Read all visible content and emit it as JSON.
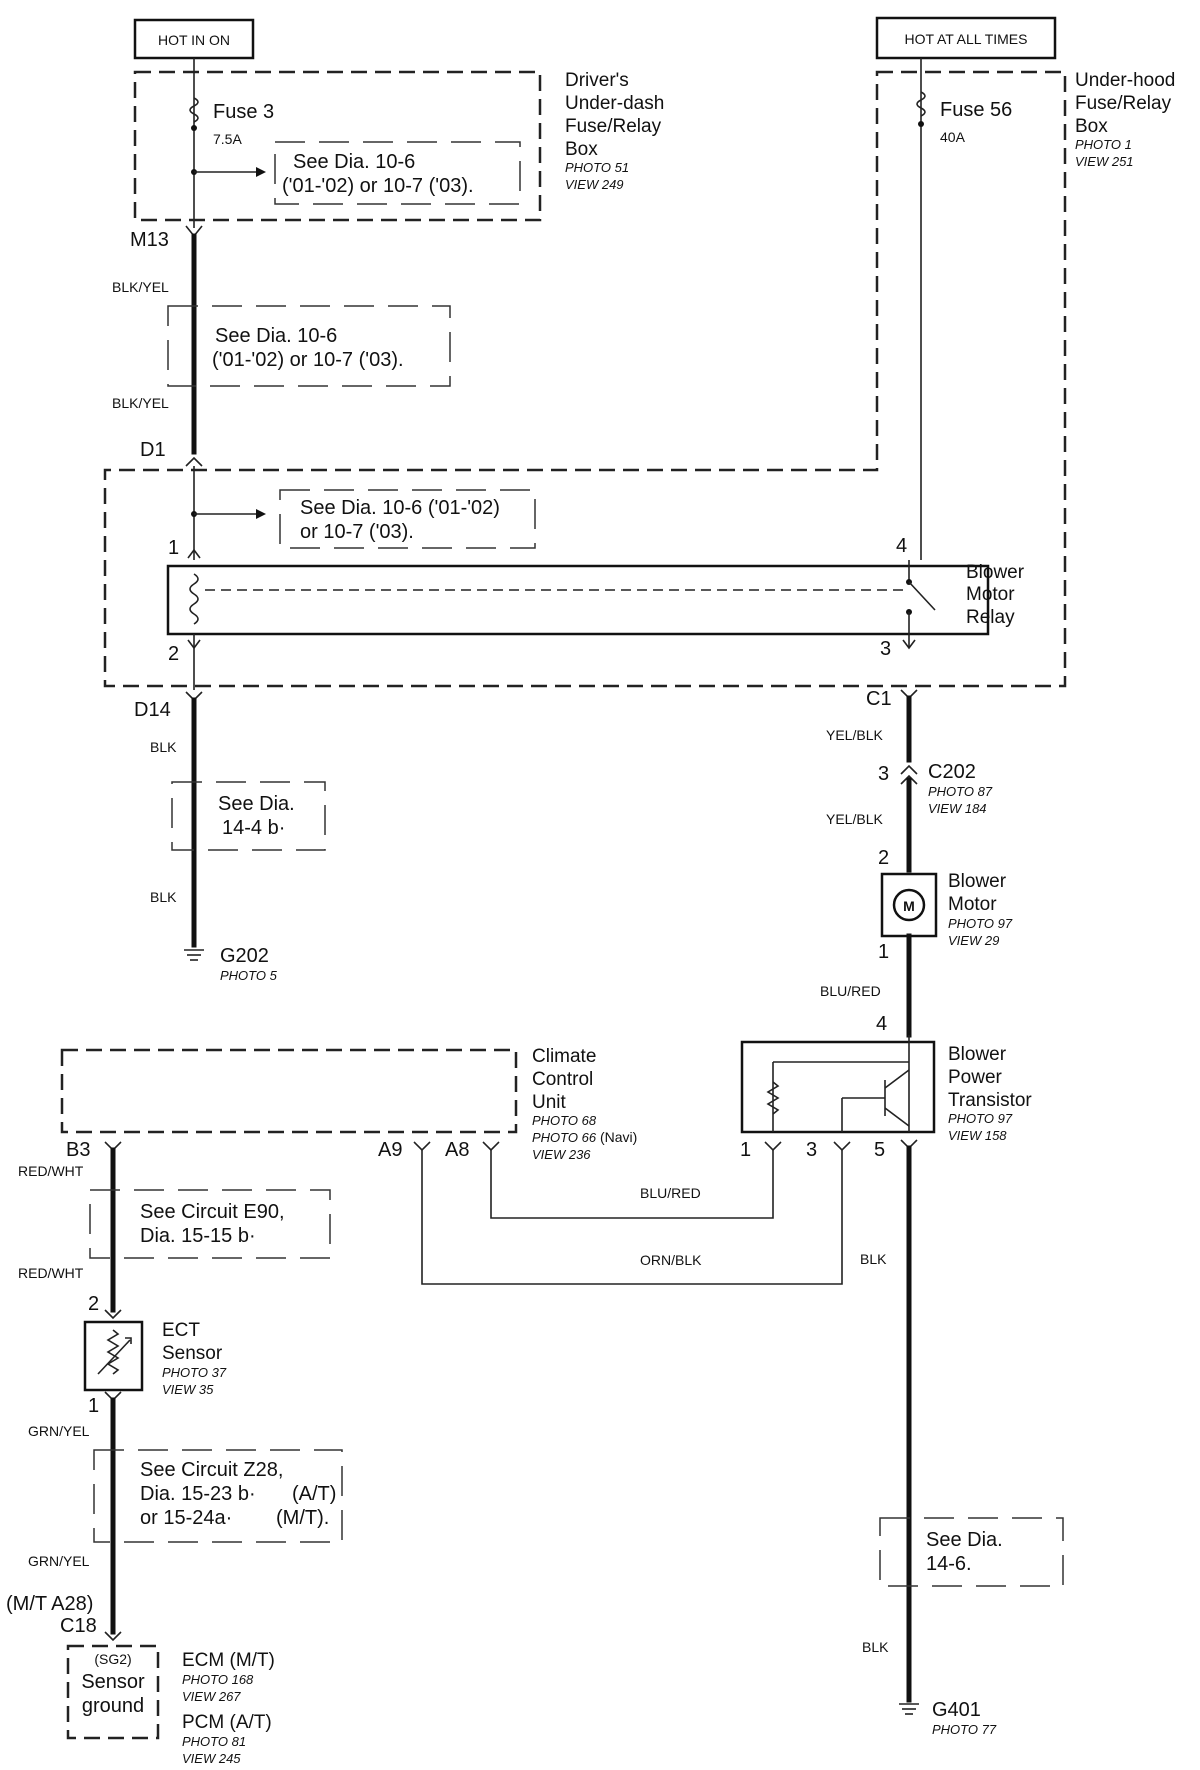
{
  "power": {
    "hot_in_on": "HOT IN ON",
    "hot_at_all_times": "HOT AT ALL TIMES"
  },
  "underdash_box": {
    "fuse": "Fuse 3",
    "amps": "7.5A",
    "ref_line1": "See Dia.  10-6",
    "ref_line2": "('01-'02) or 10-7 ('03).",
    "name": [
      "Driver's",
      "Under-dash",
      "Fuse/Relay",
      "Box"
    ],
    "photo": "PHOTO 51",
    "view": "VIEW 249"
  },
  "underhood_box": {
    "fuse": "Fuse 56",
    "amps": "40A",
    "name": [
      "Under-hood",
      "Fuse/Relay",
      "Box"
    ],
    "photo": "PHOTO 1",
    "view": "VIEW 251"
  },
  "left_wire": {
    "m13": "M13",
    "wire1": "BLK/YEL",
    "ref_line1": "See  Dia.  10-6",
    "ref_line2": "('01-'02) or 10-7 ('03).",
    "wire2": "BLK/YEL",
    "d1": "D1",
    "d14": "D14",
    "wire3": "BLK",
    "ref2_line1": "See  Dia.",
    "ref2_line2": "14-4 b·",
    "wire4": "BLK",
    "ground": "G202",
    "ground_photo": "PHOTO 5"
  },
  "relay": {
    "ref_line1": "See  Dia.  10-6 ('01-'02)",
    "ref_line2": "or 10-7 ('03).",
    "pin1": "1",
    "pin2": "2",
    "pin3": "3",
    "pin4": "4",
    "name": [
      "Blower",
      "Motor",
      "Relay"
    ]
  },
  "right_wire": {
    "c1": "C1",
    "wire1": "YEL/BLK",
    "c202_pin": "3",
    "c202": "C202",
    "c202_photo": "PHOTO 87",
    "c202_view": "VIEW 184",
    "wire2": "YEL/BLK",
    "motor_pin2": "2",
    "motor_symbol": "M",
    "motor_name": [
      "Blower",
      "Motor"
    ],
    "motor_photo": "PHOTO 97",
    "motor_view": "VIEW 29",
    "motor_pin1": "1",
    "wire3": "BLU/RED",
    "transistor_pin4": "4",
    "transistor_name": [
      "Blower",
      "Power",
      "Transistor"
    ],
    "transistor_photo": "PHOTO 97",
    "transistor_view": "VIEW 158",
    "t_pin1": "1",
    "t_pin3": "3",
    "t_pin5": "5",
    "wire4": "BLK",
    "ref_line1": "See  Dia.",
    "ref_line2": "14-6.",
    "wire5": "BLK",
    "ground": "G401",
    "ground_photo": "PHOTO 77"
  },
  "climate": {
    "name": [
      "Climate",
      "Control",
      "Unit"
    ],
    "photo1": "PHOTO 68",
    "photo2": "PHOTO 66",
    "photo2_suffix": "(Navi)",
    "view": "VIEW 236",
    "b3": "B3",
    "a9": "A9",
    "a8": "A8",
    "wire_blu_red": "BLU/RED",
    "wire_orn_blk": "ORN/BLK"
  },
  "ect": {
    "wire1": "RED/WHT",
    "ref_line1": "See Circuit E90,",
    "ref_line2": "Dia.   15-15 b·",
    "wire2": "RED/WHT",
    "pin2": "2",
    "name": [
      "ECT",
      "Sensor"
    ],
    "photo": "PHOTO 37",
    "view": "VIEW 35",
    "pin1": "1",
    "wire3": "GRN/YEL",
    "ref2_line1": "See Circuit Z28,",
    "ref2_line2a": "Dia.   15-23 b·",
    "ref2_line2b": "(A/T)",
    "ref2_line3a": "or 15-24a·",
    "ref2_line3b": "(M/T).",
    "wire4": "GRN/YEL",
    "mt": "(M/T A28)",
    "c18": "C18"
  },
  "ecm": {
    "sg2": "(SG2)",
    "sensor": "Sensor",
    "ground": "ground",
    "ecm_name": "ECM (M/T)",
    "ecm_photo": "PHOTO 168",
    "ecm_view": "VIEW 267",
    "pcm_name": "PCM (A/T)",
    "pcm_photo": "PHOTO 81",
    "pcm_view": "VIEW 245"
  }
}
